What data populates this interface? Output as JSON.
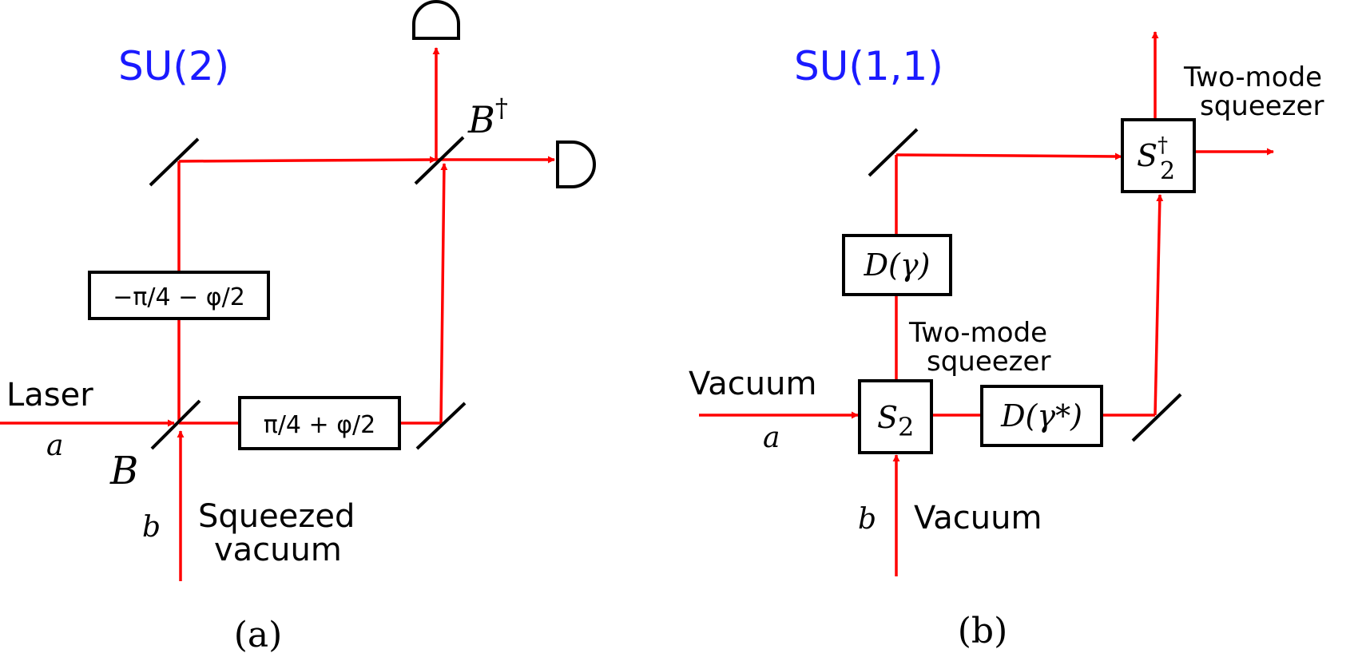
{
  "colors": {
    "beam": "#ff0000",
    "frame": "#000000",
    "title": "#1a1aff",
    "background": "#ffffff"
  },
  "panel_a": {
    "title": "SU(2)",
    "caption": "(a)",
    "laser_label": "Laser",
    "mode_a": "a",
    "mode_b": "b",
    "beamsplitter_in": "B",
    "beamsplitter_out": "B",
    "beamsplitter_out_sup": "†",
    "squeezed_line1": "Squeezed",
    "squeezed_line2": "vacuum",
    "phase_upper": "−π/4 − φ/2",
    "phase_lower": "π/4 + φ/2",
    "detector_icon": "photodetector-icon",
    "mirror_icon": "mirror-icon"
  },
  "panel_b": {
    "title": "SU(1,1)",
    "caption": "(b)",
    "vacuum_a": "Vacuum",
    "vacuum_b": "Vacuum",
    "mode_a": "a",
    "mode_b": "b",
    "squeezer_in_line1": "Two-mode",
    "squeezer_in_line2": "squeezer",
    "squeezer_out_line1": "Two-mode",
    "squeezer_out_line2": "squeezer",
    "S2_base": "S",
    "S2_sub": "2",
    "S2dag_base": "S",
    "S2dag_sub": "2",
    "S2dag_sup": "†",
    "D_gamma": "D(γ)",
    "D_gamma_star": "D(γ*)",
    "mirror_icon": "mirror-icon"
  }
}
